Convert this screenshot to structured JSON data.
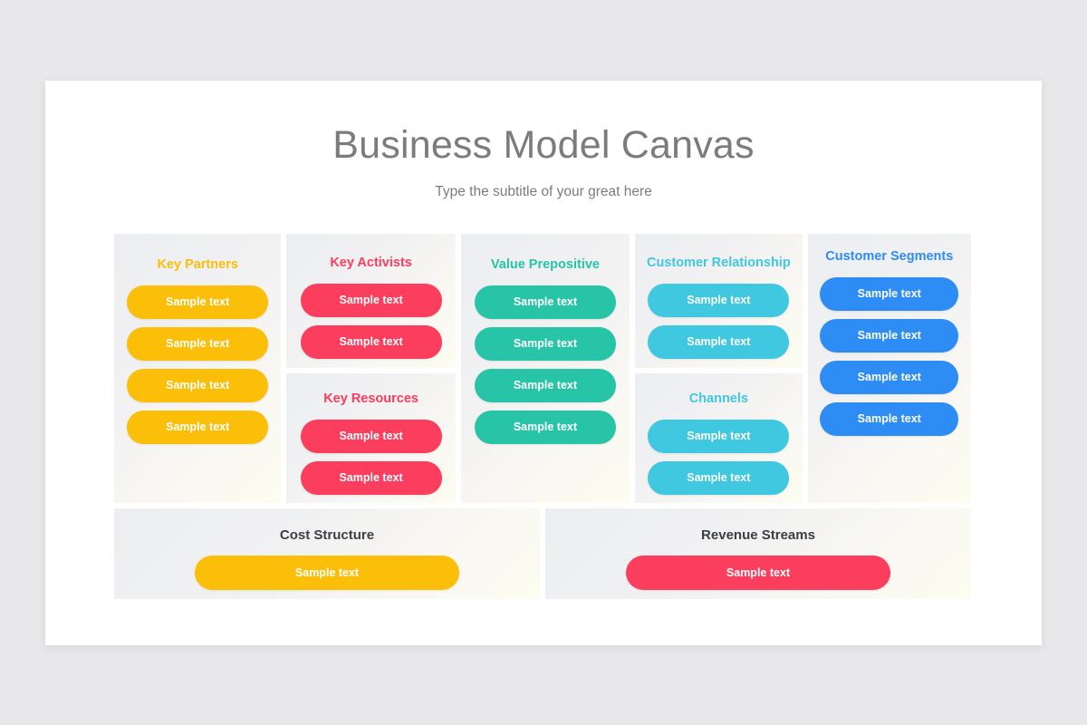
{
  "slide": {
    "title": "Business Model Canvas",
    "subtitle": "Type the subtitle of your great here",
    "background_color": "#e8e8ea",
    "card_color": "#ffffff",
    "title_color": "#7c7c7c"
  },
  "colors": {
    "key_partners": "#FBBF0A",
    "key_activists": "#FB3D5E",
    "key_resources": "#FB3D5E",
    "value_prepositive": "#28C4A8",
    "customer_relationship": "#3FC8E0",
    "channels": "#3FC8E0",
    "customer_segments": "#2E8CF5",
    "cost_structure": "#FBBF0A",
    "revenue_streams": "#FB3D5E",
    "bottom_heading": "#3b3f45"
  },
  "columns": [
    {
      "id": "key-partners",
      "panels": [
        {
          "id": "key-partners",
          "title": "Key Partners",
          "color": "#FBBF0A",
          "items": [
            "Sample text",
            "Sample text",
            "Sample text",
            "Sample text"
          ]
        }
      ]
    },
    {
      "id": "key-activists-resources",
      "panels": [
        {
          "id": "key-activists",
          "title": "Key Activists",
          "color": "#FB3D5E",
          "items": [
            "Sample text",
            "Sample text"
          ]
        },
        {
          "id": "key-resources",
          "title": "Key Resources",
          "color": "#FB3D5E",
          "items": [
            "Sample text",
            "Sample text"
          ]
        }
      ]
    },
    {
      "id": "value-prepositive",
      "panels": [
        {
          "id": "value-prepositive",
          "title": "Value Prepositive",
          "color": "#28C4A8",
          "items": [
            "Sample text",
            "Sample text",
            "Sample text",
            "Sample text"
          ]
        }
      ]
    },
    {
      "id": "customer-relationship-channels",
      "panels": [
        {
          "id": "customer-relationship",
          "title": "Customer Relationship",
          "color": "#3FC8E0",
          "items": [
            "Sample text",
            "Sample text"
          ]
        },
        {
          "id": "channels",
          "title": "Channels",
          "color": "#3FC8E0",
          "items": [
            "Sample text",
            "Sample text"
          ]
        }
      ]
    },
    {
      "id": "customer-segments",
      "panels": [
        {
          "id": "customer-segments",
          "title": "Customer Segments",
          "color": "#2E8CF5",
          "items": [
            "Sample text",
            "Sample text",
            "Sample text",
            "Sample text"
          ]
        }
      ]
    }
  ],
  "bottom": [
    {
      "id": "cost-structure",
      "title": "Cost Structure",
      "color": "#FBBF0A",
      "items": [
        "Sample text"
      ]
    },
    {
      "id": "revenue-streams",
      "title": "Revenue Streams",
      "color": "#FB3D5E",
      "items": [
        "Sample text"
      ]
    }
  ]
}
